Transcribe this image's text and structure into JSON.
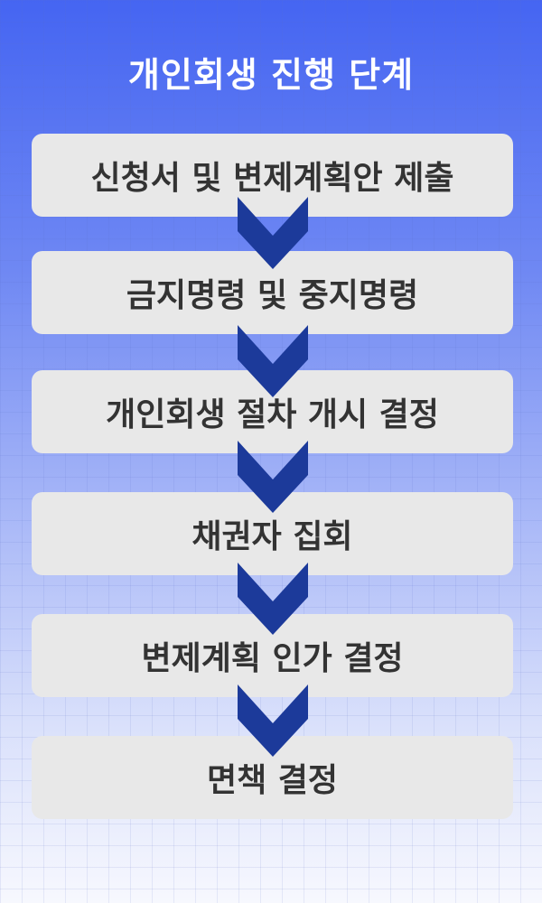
{
  "title": "개인회생 진행 단계",
  "steps": [
    {
      "label": "신청서 및 변제계획안 제출"
    },
    {
      "label": "금지명령 및 중지명령"
    },
    {
      "label": "개인회생 절차 개시 결정"
    },
    {
      "label": "채권자 집회"
    },
    {
      "label": "변제계획 인가 결정"
    },
    {
      "label": "면책 결정"
    }
  ],
  "colors": {
    "chevron": "#1c3a9a",
    "box": "#e8e8e8",
    "text": "#333333"
  }
}
